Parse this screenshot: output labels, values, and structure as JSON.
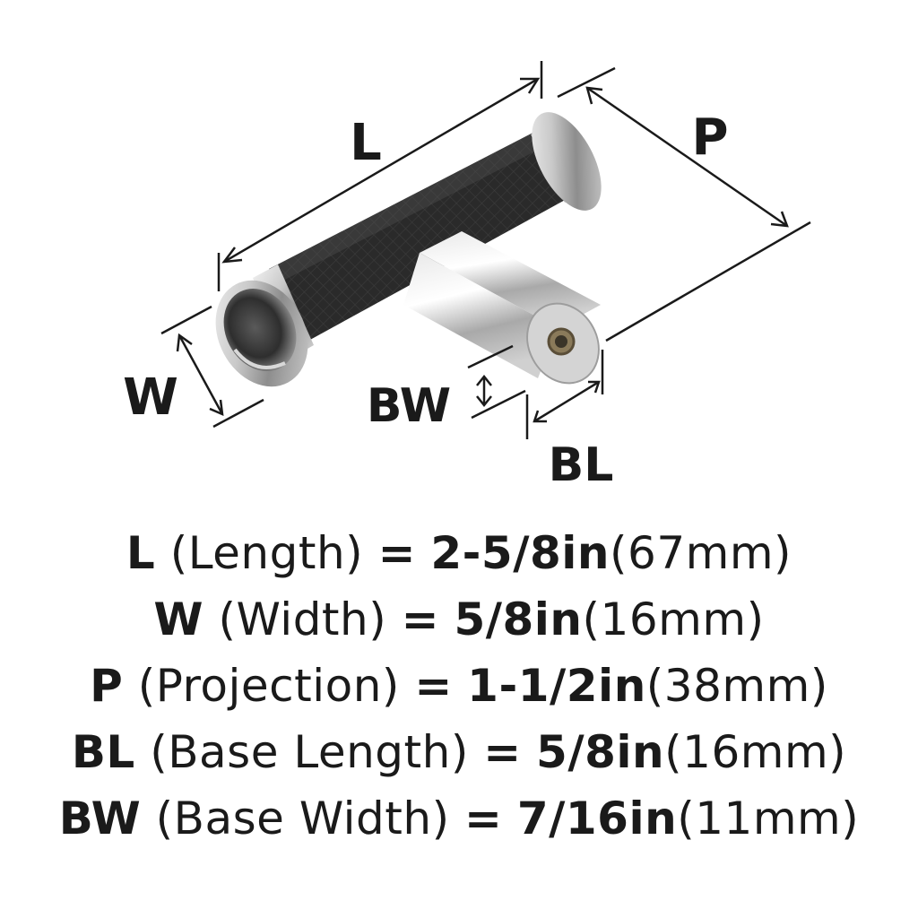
{
  "diagram": {
    "labels": {
      "length": "L",
      "width": "W",
      "projection": "P",
      "base_width": "BW",
      "base_length": "BL"
    }
  },
  "dimensions": [
    {
      "code": "L",
      "name": "(Length)",
      "eq": "=",
      "imperial": "2-5/8in",
      "metric": "(67mm)"
    },
    {
      "code": "W",
      "name": "(Width)",
      "eq": "=",
      "imperial": "5/8in",
      "metric": "(16mm)"
    },
    {
      "code": "P",
      "name": "(Projection)",
      "eq": "=",
      "imperial": "1-1/2in",
      "metric": "(38mm)"
    },
    {
      "code": "BL",
      "name": "(Base Length)",
      "eq": "=",
      "imperial": "5/8in",
      "metric": "(16mm)"
    },
    {
      "code": "BW",
      "name": "(Base Width)",
      "eq": "=",
      "imperial": "7/16in",
      "metric": "(11mm)"
    }
  ]
}
